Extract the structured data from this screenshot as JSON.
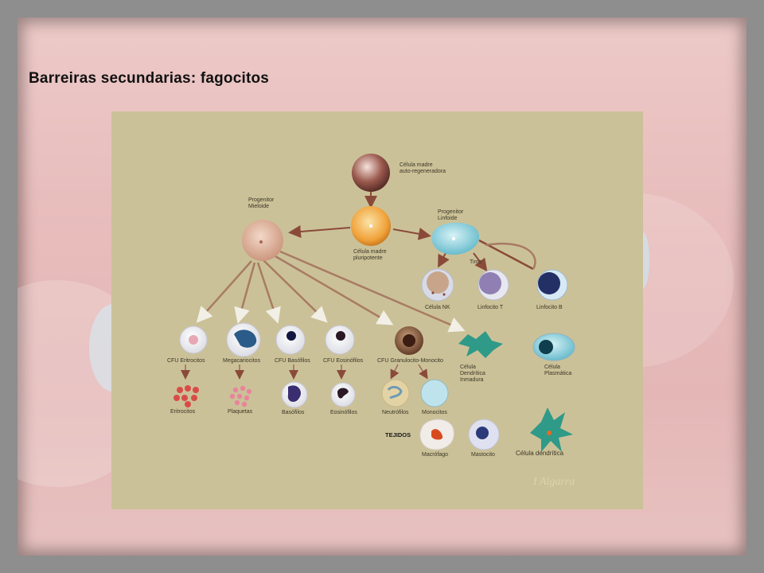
{
  "slide": {
    "title": "Barreiras secundarias: fagocitos"
  },
  "diagram": {
    "labels": {
      "celula_madre_auto": "Célula madre\nauto-regeneradora",
      "progenitor_mieloide": "Progenitor\nMieloide",
      "celula_madre_pluri": "Célula madre\npluripotente",
      "progenitor_linfoide": "Progenitor\nLinfoide",
      "timo": "Timo",
      "celula_nk": "Célula NK",
      "linfocito_t": "Linfocito T",
      "linfocito_b": "Linfocito B",
      "cfu_eritrocitos": "CFU Eritrocitos",
      "megacariocitos": "Megacariocitos",
      "cfu_basofilos": "CFU Basófilos",
      "cfu_eosinofilos": "CFU Eosinófilos",
      "cfu_granulocito": "CFU Granulocito-Monocito",
      "dendritica_inmadura": "Célula\nDendrítica\nInmadura",
      "celula_plasmatica": "Célula\nPlasmática",
      "eritrocitos": "Eritrocitos",
      "plaquetas": "Plaquetas",
      "basofilos": "Basófilos",
      "eosinofilos": "Eosinófilos",
      "neutrofilos": "Neutrófilos",
      "monocitos": "Monocitos",
      "tejidos": "TEJIDOS",
      "macrofago": "Macrófago",
      "mastocito": "Mastocito",
      "celula_dendritica": "Célula dendrítica"
    },
    "signature": "I Algarra",
    "colors": {
      "panel_bg": "#cbc198",
      "arrow": "#8a4a3a",
      "text": "#3b3626"
    }
  }
}
